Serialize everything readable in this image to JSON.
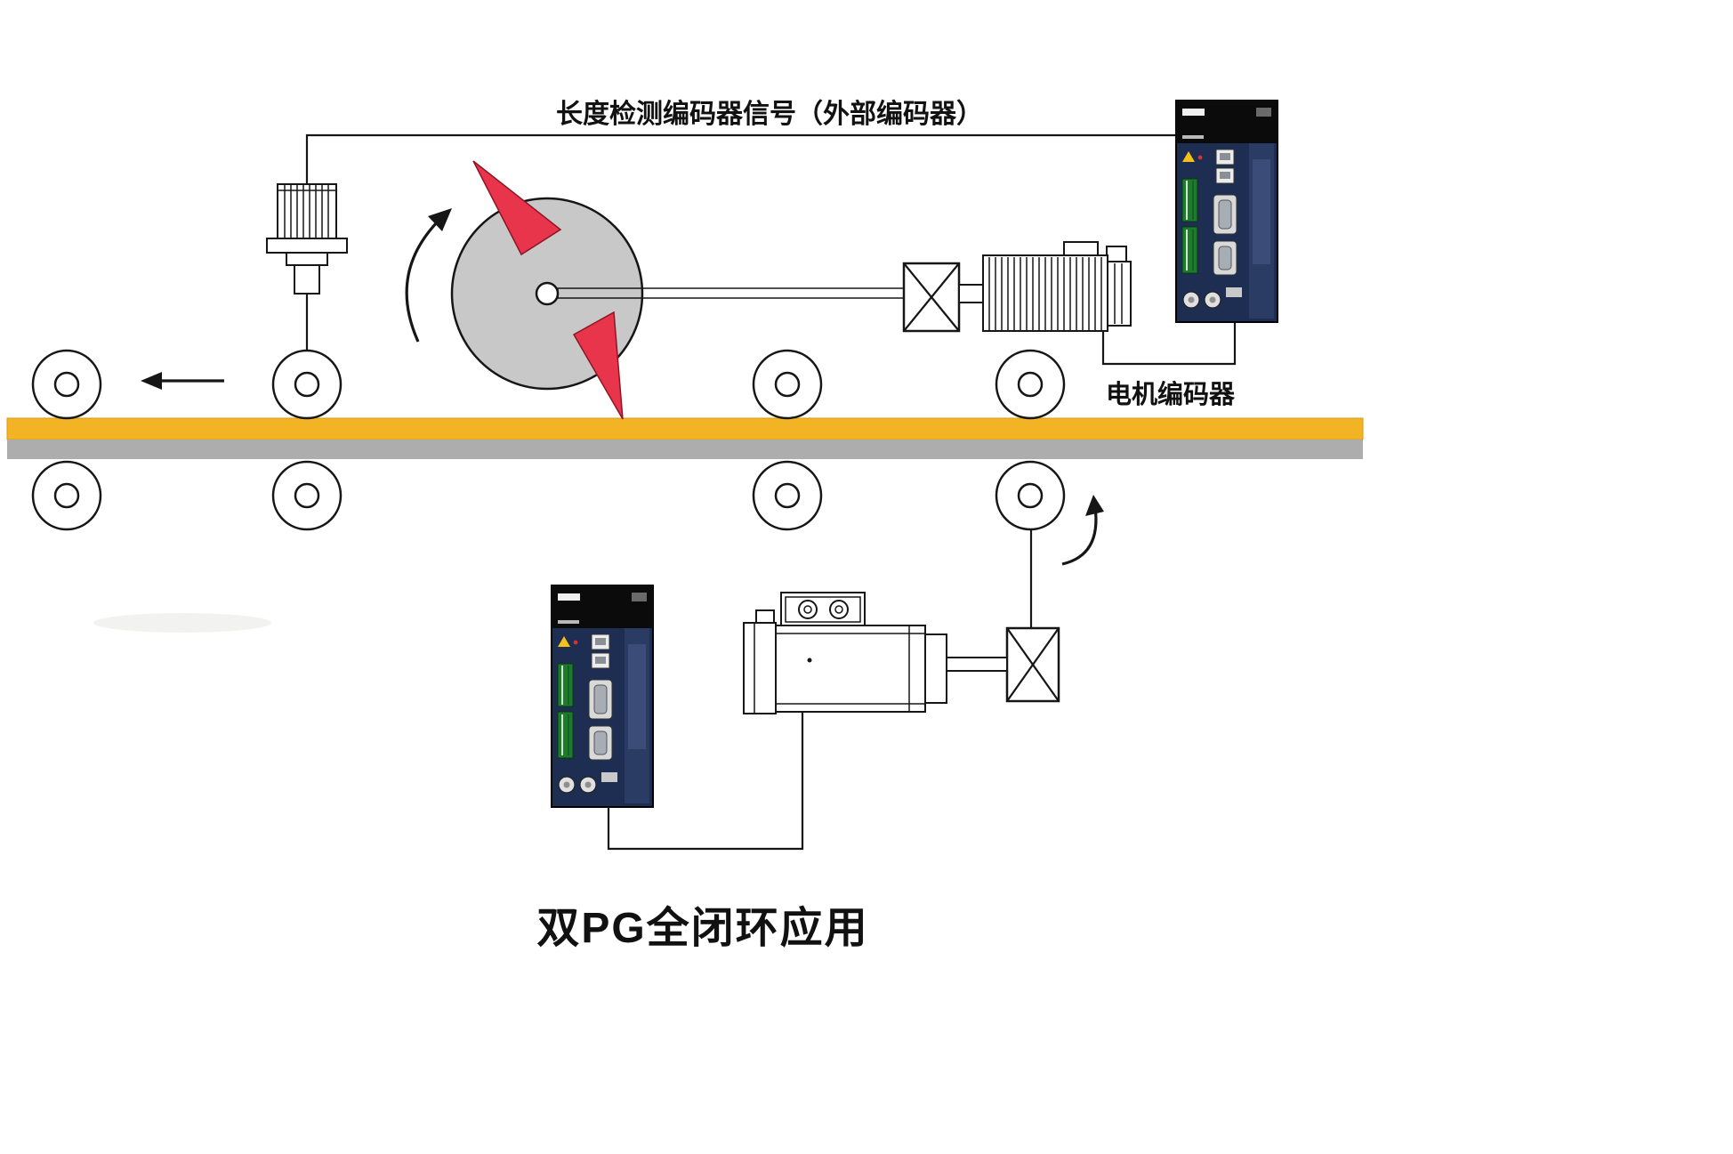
{
  "page": {
    "title": "双PG全闭环应用"
  },
  "labels": {
    "external_encoder_signal": "长度检测编码器信号（外部编码器）",
    "motor_encoder": "电机编码器"
  },
  "colors": {
    "background": "#FFFFFF",
    "belt_top": "#F2B324",
    "belt_bottom": "#ADADAD",
    "wheel_fill": "#C8C8C8",
    "pointer_red": "#E8354B",
    "drive_body": "#1E2D52",
    "drive_top_panel": "#0B0B0B",
    "drive_side_panel": "#2B3C64",
    "terminal_green": "#1F7A2E",
    "warning_yellow": "#F6C21A",
    "outline": "#161616"
  },
  "diagram": {
    "type": "system-diagram",
    "components": [
      {
        "id": "external-encoder-sensor",
        "kind": "encoder"
      },
      {
        "id": "measuring-wheel",
        "kind": "wheel-with-pointer"
      },
      {
        "id": "conveyor-belt",
        "kind": "belt"
      },
      {
        "id": "rollers",
        "kind": "roller",
        "count": 8
      },
      {
        "id": "coupling-top",
        "kind": "coupling"
      },
      {
        "id": "drive-motor",
        "kind": "motor"
      },
      {
        "id": "servo-drive-top",
        "kind": "servo-drive"
      },
      {
        "id": "servo-motor-bottom",
        "kind": "servo-motor"
      },
      {
        "id": "coupling-bottom",
        "kind": "coupling"
      },
      {
        "id": "servo-drive-bottom",
        "kind": "servo-drive"
      }
    ]
  }
}
